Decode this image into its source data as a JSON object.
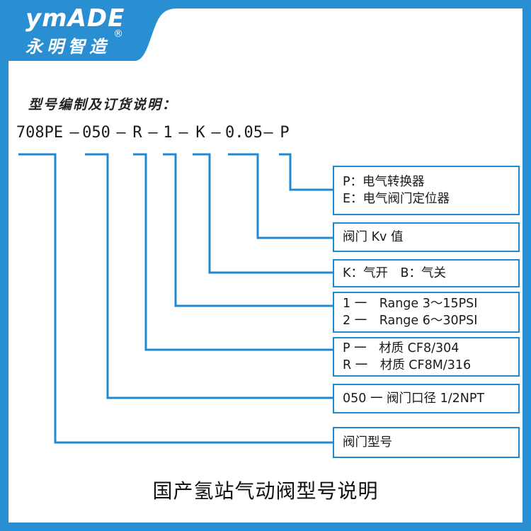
{
  "logo": {
    "brand": "ymADE",
    "cn": "永明智造",
    "reg": "®"
  },
  "subtitle": "型号编制及订货说明：",
  "code_segments": [
    "708PE",
    "—",
    "050",
    "—",
    "R",
    "—",
    "1",
    "—",
    "K",
    "—",
    "0.05",
    "—",
    "P"
  ],
  "legend": [
    {
      "lines": [
        "P：电气转换器",
        "E：电气阀门定位器"
      ]
    },
    {
      "lines": [
        "阀门 Kv 值"
      ]
    },
    {
      "lines": [
        "K：气开　B：气关"
      ]
    },
    {
      "lines": [
        "1 一　Range 3～15PSI",
        "2 一　Range 6～30PSI"
      ]
    },
    {
      "lines": [
        "P 一　材质 CF8/304",
        "R 一　材质 CF8M/316"
      ]
    },
    {
      "lines": [
        "050 一 阀门口径 1/2NPT"
      ]
    },
    {
      "lines": [
        "阀门型号"
      ]
    }
  ],
  "footer_title": "国产氢站气动阀型号说明",
  "colors": {
    "frame_blue": "#2a8fd2",
    "line_blue": "#1f8ad0",
    "panel": "#ffffff"
  }
}
